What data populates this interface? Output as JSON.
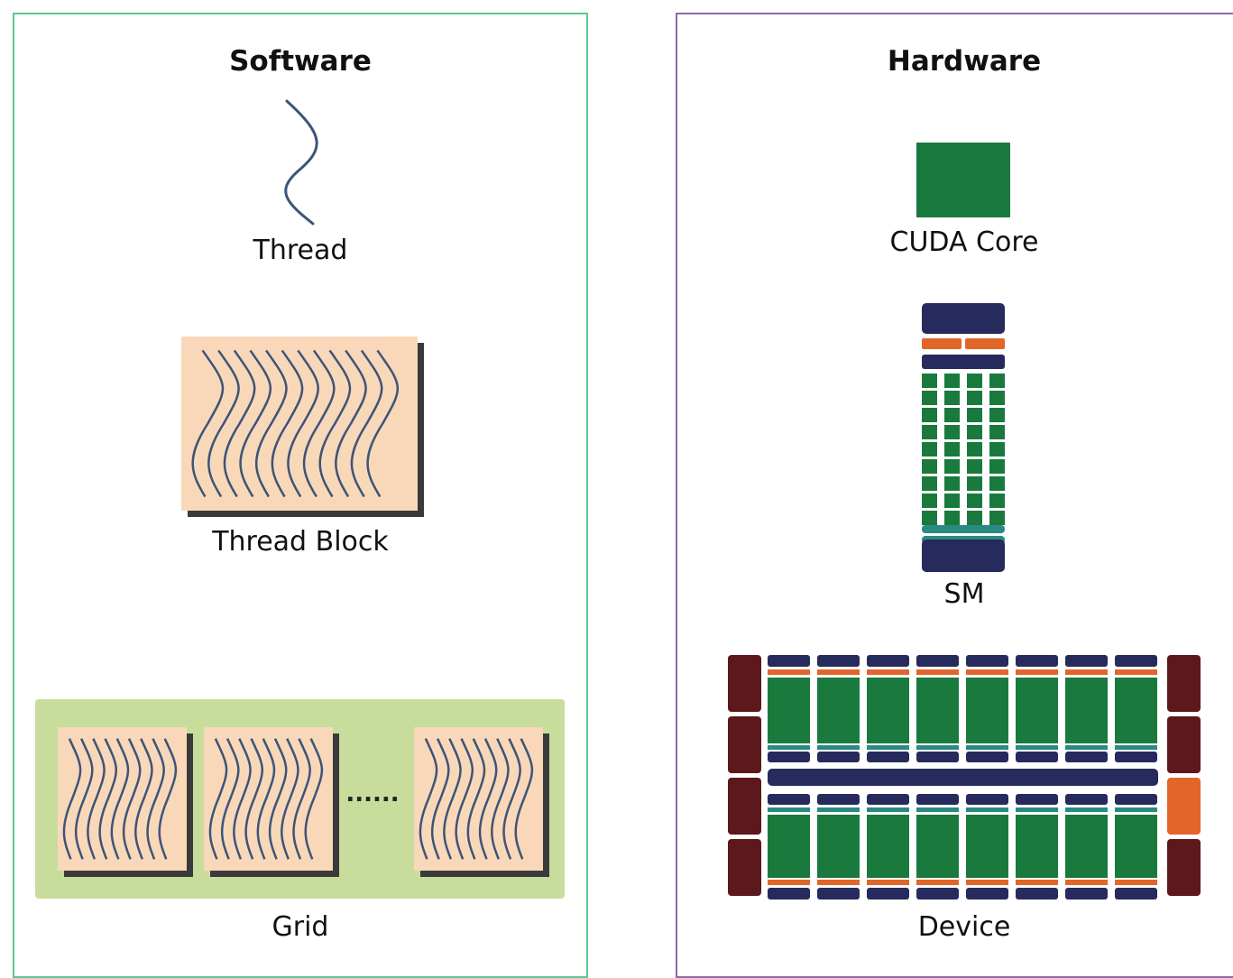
{
  "software": {
    "title": "Software",
    "thread_label": "Thread",
    "block_label": "Thread Block",
    "grid_label": "Grid",
    "grid_ellipsis": "......"
  },
  "hardware": {
    "title": "Hardware",
    "core_label": "CUDA Core",
    "sm_label": "SM",
    "device_label": "Device"
  },
  "colors": {
    "software_border": "#5cc98f",
    "hardware_border": "#8d6aa8",
    "thread_line": "#3d5478",
    "block_fill": "#f9d8b9",
    "block_shadow": "#3a3a3a",
    "grid_fill": "#c8dc9c",
    "cuda_core": "#1a7a3e",
    "sm_navy": "#262a5c",
    "sm_orange": "#e2662a",
    "sm_teal": "#2a8a82",
    "device_maroon": "#5c181b"
  },
  "icons": [
    "thread-icon",
    "thread-block-icon",
    "grid-icon",
    "cuda-core-icon",
    "sm-icon",
    "device-icon"
  ]
}
